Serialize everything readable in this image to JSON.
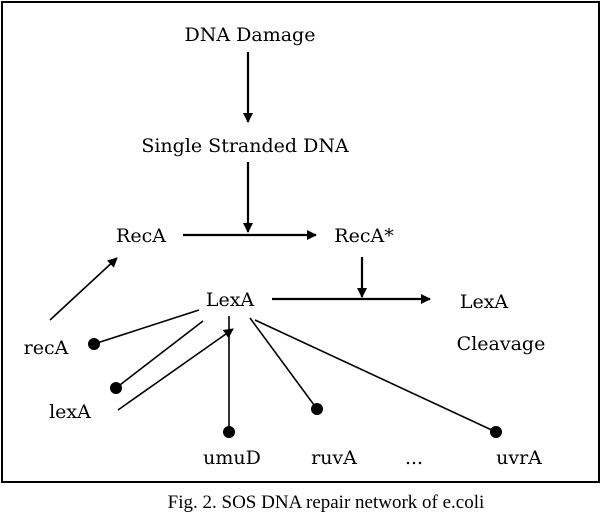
{
  "nodes": {
    "dna_damage": "DNA Damage",
    "single_stranded": "Single Stranded DNA",
    "reca": "RecA",
    "reca_star": "RecA*",
    "lexa": "LexA",
    "lexa_cleavage_1": "LexA",
    "lexa_cleavage_2": "Cleavage",
    "gene_reca": "recA",
    "gene_lexa": "lexA",
    "gene_umud": "umuD",
    "gene_ruva": "ruvA",
    "ellipsis": "...",
    "gene_uvra": "uvrA"
  },
  "caption": "Fig. 2. SOS DNA repair network of e.coli",
  "colors": {
    "ink": "#000000",
    "background": "#ffffff"
  }
}
